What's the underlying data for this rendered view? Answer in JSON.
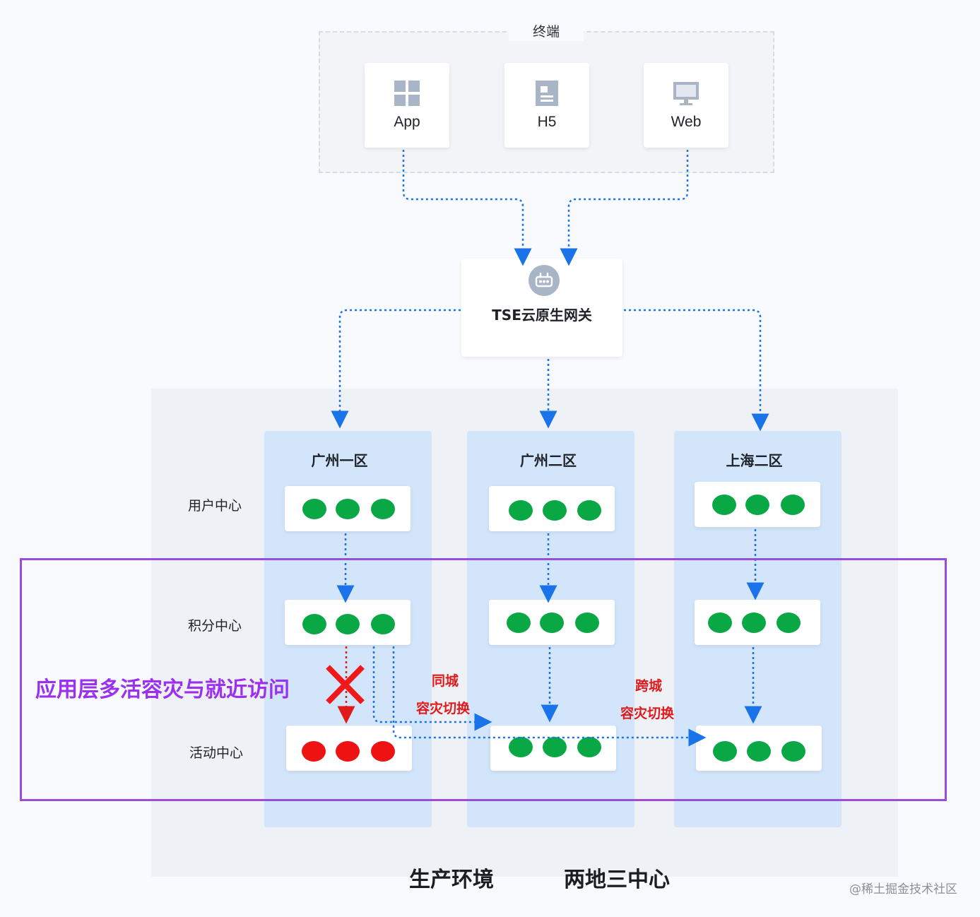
{
  "terminal": {
    "title": "终端",
    "clients": [
      {
        "label": "App",
        "icon": "app-grid-icon"
      },
      {
        "label": "H5",
        "icon": "h5-page-icon"
      },
      {
        "label": "Web",
        "icon": "web-monitor-icon"
      }
    ]
  },
  "gateway": {
    "label": "TSE云原生网关",
    "icon": "gateway-icon"
  },
  "zones": [
    {
      "name": "广州一区"
    },
    {
      "name": "广州二区"
    },
    {
      "name": "上海二区"
    }
  ],
  "rows": [
    "用户中心",
    "积分中心",
    "活动中心"
  ],
  "services": [
    {
      "zone": "广州一区",
      "row": "用户中心",
      "status": "healthy"
    },
    {
      "zone": "广州一区",
      "row": "积分中心",
      "status": "healthy"
    },
    {
      "zone": "广州一区",
      "row": "活动中心",
      "status": "failed"
    },
    {
      "zone": "广州二区",
      "row": "用户中心",
      "status": "healthy"
    },
    {
      "zone": "广州二区",
      "row": "积分中心",
      "status": "healthy"
    },
    {
      "zone": "广州二区",
      "row": "活动中心",
      "status": "healthy"
    },
    {
      "zone": "上海二区",
      "row": "用户中心",
      "status": "healthy"
    },
    {
      "zone": "上海二区",
      "row": "积分中心",
      "status": "healthy"
    },
    {
      "zone": "上海二区",
      "row": "活动中心",
      "status": "healthy"
    }
  ],
  "failover": {
    "same_city": [
      "同城",
      "容灾切换"
    ],
    "cross_city": [
      "跨城",
      "容灾切换"
    ]
  },
  "highlight_label": "应用层多活容灾与就近访问",
  "bottom": {
    "left": "生产环境",
    "right": "两地三中心"
  },
  "watermark": "@稀土掘金技术社区",
  "colors": {
    "flow_arrow": "#1a73e8",
    "failover_arrow": "#e01a1a",
    "healthy": "#0aa845",
    "failed": "#ee1212",
    "highlight": "#9a4cdb",
    "zone_bg": "#d3e5fb"
  }
}
